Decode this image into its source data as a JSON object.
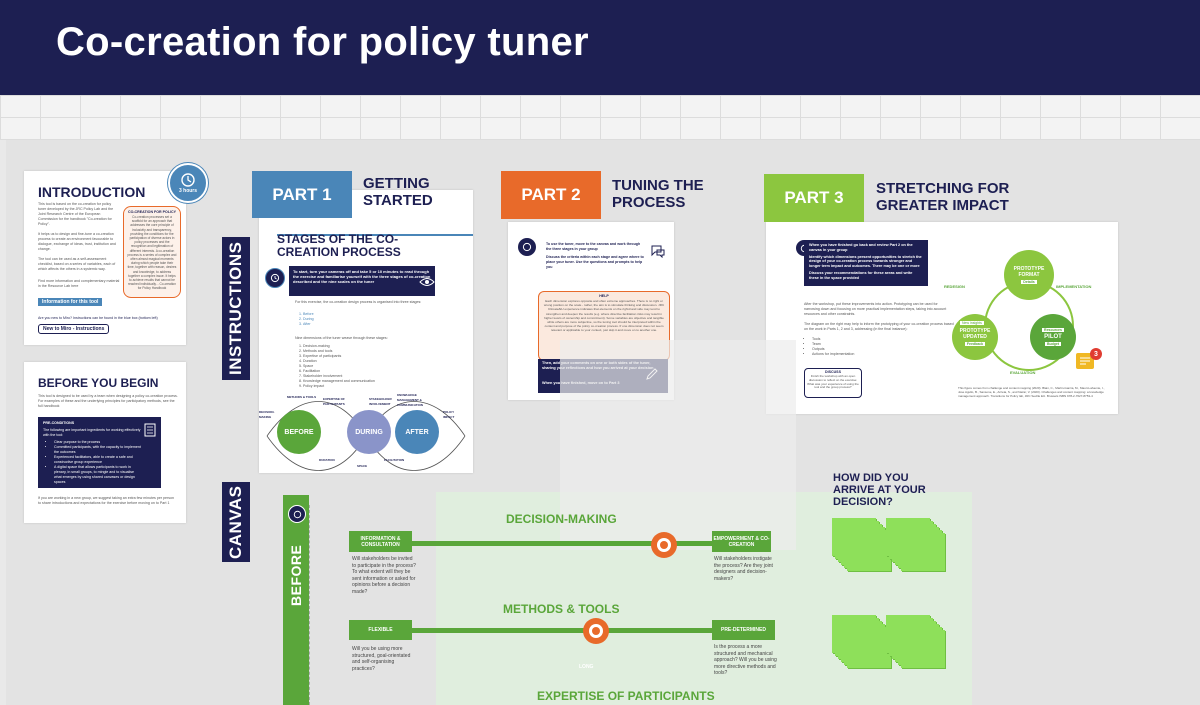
{
  "header": {
    "title": "Co-creation for policy tuner"
  },
  "intro": {
    "title": "INTRODUCTION",
    "badge": "3 hours",
    "p1": "This tool is based on the co-creation for policy tuner developed by the JRC Policy Lab and the Joint Research Centre of the European Commission for the handbook \"Co-creation for Policy\".",
    "p2": "It helps us to design and fine-tune a co-creation process to create an environment favourable to dialogue, exchange of ideas, trust, institution and change.",
    "p3": "The tool can be used as a self-assessment checklist, based on a series of variables, each of which affects the others in a systemic way.",
    "p4": "Find more information and complementary material in the Resource Lab here",
    "box_title": "CO-CREATION FOR POLICY",
    "box_text": "Co-creation processes set a scaffold for an approach that addresses the core principle of inclusivity and transparency, providing the conditions for the participation of diverse actors in policy processes and the recognition and legitimation of different interests. A co-creation process is a series of complex and often almost magical moments during which people take their time, together with reason, desires and knowledge, to address together a complex issue. It helps to achieve results that cannot be reached individually. - Co-creation for Policy Handbook",
    "info_button": "Information for this tool",
    "miro_text": "Are you new to Miro? Instructions can be found in the blue box (bottom left)",
    "miro_button": "New to Miro - Instructions"
  },
  "before": {
    "title": "BEFORE YOU BEGIN",
    "p1": "This tool is designed to be used by a team when designing a policy co-creation process. For examples of these and the underlying principles for participatory methods, see the full handbook",
    "pre_title": "PRE-CONDITIONS",
    "pre_intro": "The following are important ingredients for working effectively with the tool:",
    "items": [
      "Clear purpose to the process",
      "Committed participants, with the capacity to implement the outcomes",
      "Experienced facilitators, able to create a safe and constructive group experience",
      "A digital space that allows participants to work in plenary, in small groups, to mingle and to visualise what emerges by using shared canvases or design spaces"
    ],
    "p2": "If you are working in a new group, we suggest taking an extra few minutes per person to share introductions and expectations for the exercise before moving on to Part 1"
  },
  "part1": {
    "badge": "PART 1",
    "heading": "GETTING STARTED",
    "stages_title": "STAGES OF THE CO-CREATION PROCESS",
    "instruction": "To start, turn your cameras off and take 5 or 10 minutes to read through the exercise and familiarise yourself with the three stages of co-creation described and the nine scales on the tuner",
    "p1": "For this exercise, the co-creation design process is organised into three stages:",
    "stages": [
      "Before",
      "During",
      "After"
    ],
    "p2": "Nine dimensions of the tuner weave through these stages:",
    "dimensions": [
      "Decision-making",
      "Methods and tools",
      "Expertise of participants",
      "Duration",
      "Space",
      "Facilitation",
      "Stakeholder involvement",
      "Knowledge management and communication",
      "Policy impact"
    ],
    "circle_labels": [
      "BEFORE",
      "DURING",
      "AFTER"
    ],
    "diagram_labels": [
      "METHODS & TOOLS",
      "EXPERTISE OF PARTICIPANTS",
      "STAKEHOLDER INVOLVEMENT",
      "KNOWLEDGE MANAGEMENT & COMMUNICATION",
      "DECISION-MAKING",
      "POLICY IMPACT",
      "DURATION",
      "FACILITATION",
      "SPACE"
    ]
  },
  "part2": {
    "badge": "PART 2",
    "heading": "TUNING THE PROCESS",
    "instruction": "To use the tuner, move to the canvas and work through the three stages in your group",
    "instruction2": "Discuss the criteria within each stage and agree where to place your tuner. Use the questions and prompts to help you",
    "help_title": "HELP",
    "help_text": "Each dimension explores opposite and often extreme approaches. There is no right or wrong position on the scale - rather, the aim is to stimulate thinking and discussion. JRC Climate/EU experience indicates that elements on the right-hand side may tend to strengthen and deepen the results (e.g. where directive facilitation risks may result in higher levels of ownership and commitment). Some variables are objective and tangible while others are more subjective, so the tuning tool should be interpreted within the context and purpose of the policy co-creation process. If one dimension does not seem relevant or applicable to your context, just skip it and move on to another one.",
    "instruction3": "Then, add your comments on one or both sides of the tuner, sharing your reflections and how you arrived at your decision",
    "instruction4": "When you have finished, move on to Part 3"
  },
  "part3": {
    "badge": "PART 3",
    "heading": "STRETCHING FOR GREATER IMPACT",
    "instruction": "When you have finished go back and review Part 2 on the canvas in your group",
    "instruction2": "Identify which dimensions present opportunities to stretch the design of your co-creation process towards stronger and longer term impact and outcomes. There may be one or more",
    "instruction3": "Discuss your recommendations for these areas and write these in the space provided",
    "p1": "After the workshop, put these improvements into action. Prototyping can be used for narrowing down and focusing on more practical implementation steps, taking into account resources and other constraints.",
    "p2": "The diagram on the right may help to inform the prototyping of your co-creation process based on the work in Parts 1, 2 and 3, addressing (in the final instance):",
    "list": [
      "Tools",
      "Team",
      "Outputs",
      "Actions for implementation"
    ],
    "discuss_title": "DISCUSS",
    "discuss_text": "Finish the workshop with an open discussion to reflect on the exercise: What was your experience of using the tool and the group process?",
    "source": "This figure comes from challenge and content mapping (2020). Blain, C., Martin-Garcia, M., Mauri-Lafuente, I., Jose Agullo, B., Sansone, E., Arrieta, S., and Nazar, V. (2020). Challenges and content mapping: a knowledge management approach. Transitions for Policy lab, JRC Seville EU. Brussels ISBN 978-2-7627-8753-4",
    "cycle": {
      "format": "PROTOTYPE FORMAT",
      "updated": "PROTOTYPE UPDATED",
      "pilot": "PILOT",
      "redesign": "REDESIGN",
      "implementation": "IMPLEMENTATION",
      "evaluation": "EVALUATION",
      "tag_details": "Details",
      "tag_insights": "New insights",
      "tag_feedback": "Feedback",
      "tag_resources": "Resources",
      "tag_budget": "Budget"
    },
    "comment_count": "3"
  },
  "side_labels": {
    "instructions": "INSTRUCTIONS",
    "canvas": "CANVAS",
    "before_stage": "BEFORE"
  },
  "canvas": {
    "arrive": "HOW DID YOU ARRIVE AT YOUR DECISION?",
    "rows": [
      {
        "title": "DECISION-MAKING",
        "left_label": "INFORMATION & CONSULTATION",
        "left_q": "Will stakeholders be invited to participate in the process? To what extent will they be sent information or asked for opinions before a decision made?",
        "right_label": "EMPOWERMENT & CO-CREATION",
        "right_q": "Will stakeholders instigate the process? Are they joint designers and decision-makers?"
      },
      {
        "title": "METHODS & TOOLS",
        "left_label": "FLEXIBLE",
        "left_q": "Will you be using more structured, goal-orientated and self-organising practices?",
        "right_label": "PRE-DETERMINED",
        "right_q": "Is the process a more structured and mechanical approach? Will you be using more directive methods and tools?"
      }
    ],
    "long_label": "LONG",
    "next_title": "EXPERTISE OF PARTICIPANTS"
  },
  "colors": {
    "navy": "#1d1f52",
    "part1": "#4a86b8",
    "part2": "#e86a2a",
    "part3": "#8cc63f",
    "green": "#5aa63a"
  }
}
